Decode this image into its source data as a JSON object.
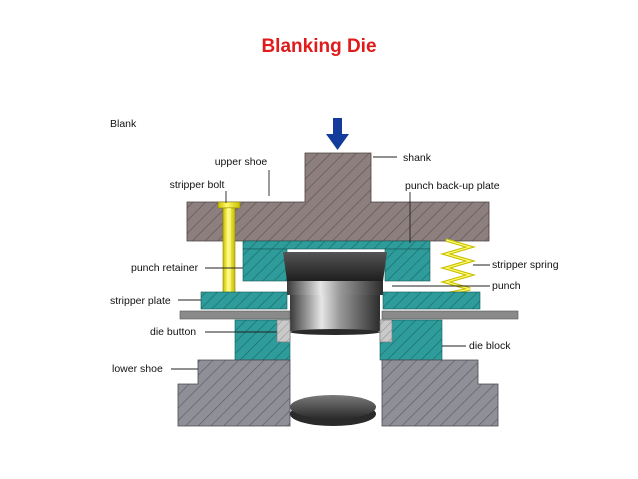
{
  "title": "Blanking Die",
  "corner_label": "Blank",
  "labels": {
    "shank": "shank",
    "upper_shoe": "upper shoe",
    "stripper_bolt": "stripper bolt",
    "punch_backup_plate": "punch back-up plate",
    "punch_retainer": "punch retainer",
    "stripper_spring": "stripper spring",
    "punch": "punch",
    "stripper_plate": "stripper plate",
    "die_button": "die button",
    "die_block": "die block",
    "lower_shoe": "lower shoe"
  },
  "colors": {
    "title": "#e01b1b",
    "shoe": "#8e7f7f",
    "teal": "#2e9c9a",
    "bolt": "#f2ec00",
    "arrow": "#123b9c",
    "strip": "#8a8a8a"
  }
}
